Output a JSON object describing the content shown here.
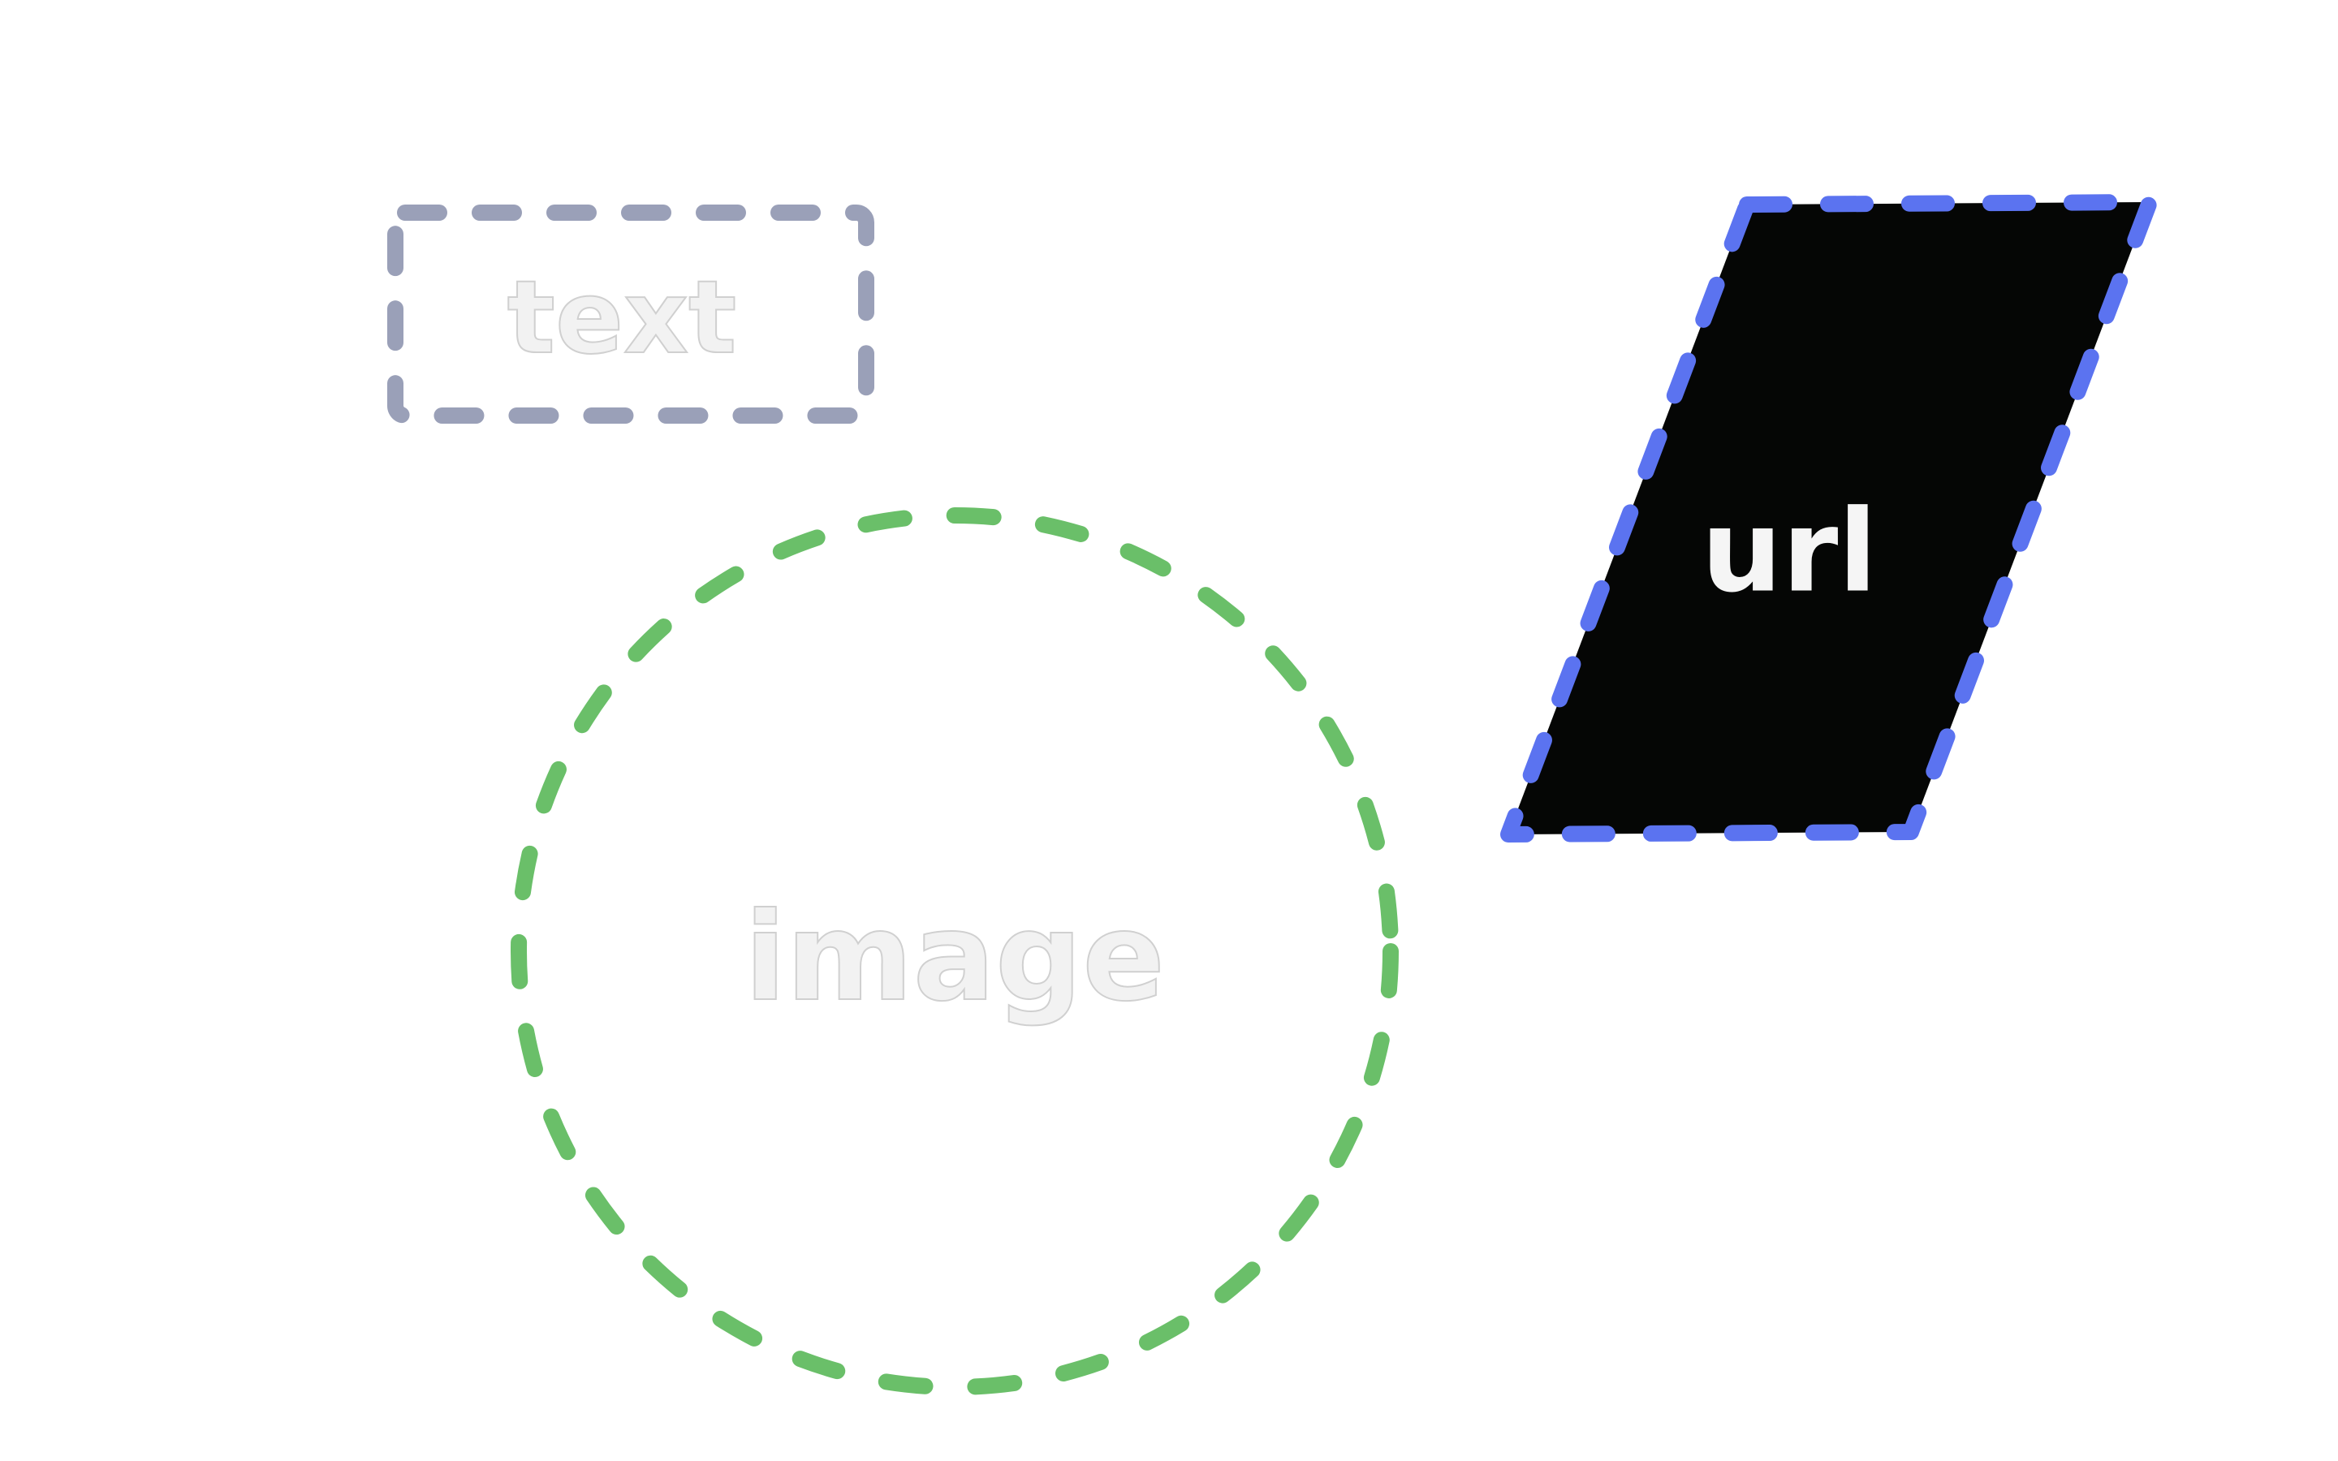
{
  "nodes": {
    "text": {
      "label": "text",
      "shape": "rectangle",
      "stroke_color": "#9aa0b8",
      "fill_color": "#ffffff",
      "text_color": "#f2f2f2",
      "text_outline_color": "#d0d0d0"
    },
    "image": {
      "label": "image",
      "shape": "circle",
      "stroke_color": "#6abf69",
      "fill_color": "#ffffff",
      "text_color": "#f2f2f2",
      "text_outline_color": "#d0d0d0"
    },
    "url": {
      "label": "url",
      "shape": "parallelogram",
      "stroke_color": "#5b73f0",
      "fill_color": "#050605",
      "text_color": "#f5f5f5"
    }
  }
}
